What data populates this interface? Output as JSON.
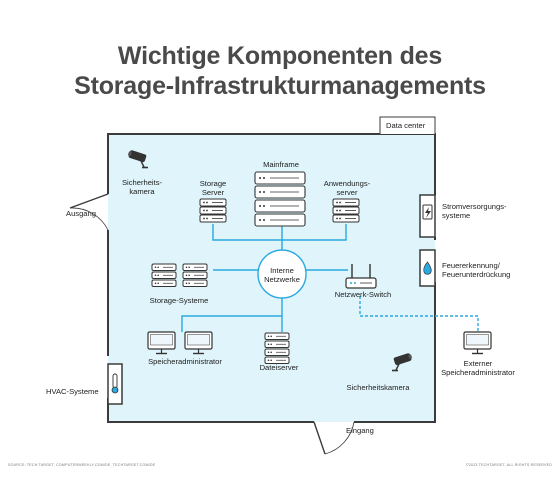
{
  "title": {
    "line1": "Wichtige Komponenten des",
    "line2": "Storage-Infrastrukturmanagements"
  },
  "labels": {
    "data_center": "Data center",
    "mainframe": "Mainframe",
    "storage_server": "Storage\nServer",
    "application_server": "Anwendungs-\nserver",
    "security_camera_1": "Sicherheits-\nkamera",
    "security_camera_2": "Sicherheitskamera",
    "storage_systems": "Storage-Systeme",
    "internal_network": "Interne\nNetzwerke",
    "network_switch": "Netzwerk-Switch",
    "storage_admin": "Speicheradministrator",
    "file_server": "Dateiserver",
    "exit": "Ausgang",
    "entrance": "Eingang",
    "hvac": "HVAC-Systeme",
    "power_supply": "Stromversorgungs-\nsysteme",
    "fire_detection": "Feuererkennung/\nFeuerunterdrückung",
    "external_admin": "Externer\nSpeicheradministrator"
  },
  "footer": {
    "left": "SOURCE: TECH TARGET, COMPUTERWEEKLY.COM/DE, TECHTARGET.COM/DE",
    "right": "©2023 TECHTARGET. ALL RIGHTS RESERVED"
  },
  "colors": {
    "room_fill": "#dff4fb",
    "wall": "#3b3b3b",
    "connector": "#2aa9e0",
    "title": "#4a4a4a",
    "icon_dark": "#333333"
  },
  "icons": [
    "security-camera-icon",
    "server-rack-icon",
    "mainframe-icon",
    "monitor-icon",
    "router-icon",
    "thermometer-icon",
    "power-icon",
    "fire-icon",
    "door-icon"
  ]
}
